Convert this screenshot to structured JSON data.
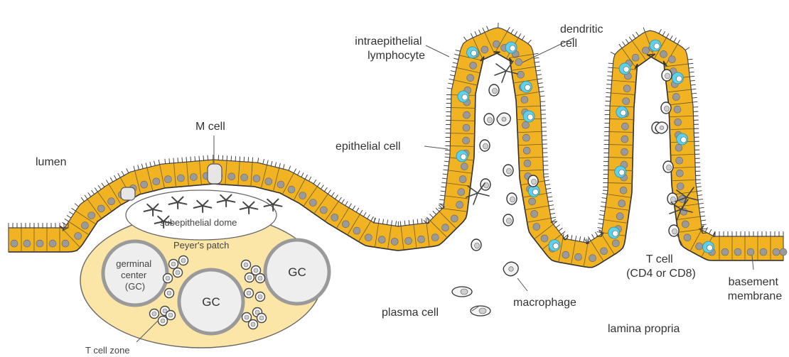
{
  "labels": {
    "lumen": "lumen",
    "m_cell": "M cell",
    "subepithelial_dome": "subepithelial dome",
    "peyers_patch": "Peyer's patch",
    "germinal_center": [
      "germinal",
      "center",
      "(GC)"
    ],
    "gc": "GC",
    "t_cell_zone": "T cell zone",
    "intraepithelial_lymphocyte": [
      "intraepithelial",
      "lymphocyte"
    ],
    "dendritic_cell": [
      "dendritic",
      "cell"
    ],
    "epithelial_cell": "epithelial cell",
    "t_cell": [
      "T cell",
      "(CD4 or CD8)"
    ],
    "basement_membrane": [
      "basement",
      "membrane"
    ],
    "plasma_cell": "plasma cell",
    "macrophage": "macrophage",
    "lamina_propria": "lamina propria"
  },
  "colors": {
    "epithelium": "#f2b322",
    "nucleus": "#9a9a9a",
    "patch_fill": "#fbe6a8",
    "gc_fill": "#efefef",
    "lymphocyte": "#5fd0e8",
    "outline": "#444444"
  }
}
